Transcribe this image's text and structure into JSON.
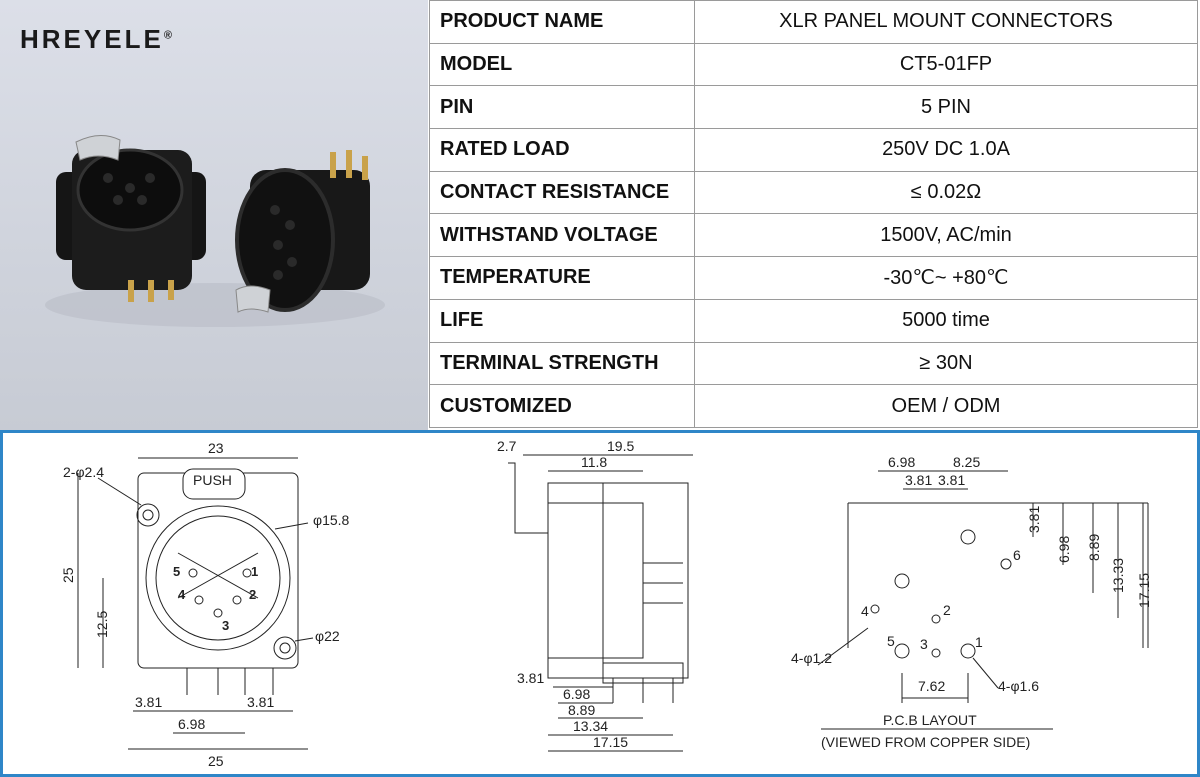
{
  "brand": {
    "name": "HREYELE",
    "mark": "®"
  },
  "spec_rows": [
    {
      "label": "PRODUCT NAME",
      "value": "XLR PANEL MOUNT CONNECTORS"
    },
    {
      "label": "MODEL",
      "value": "CT5-01FP"
    },
    {
      "label": "PIN",
      "value": "5 PIN"
    },
    {
      "label": "RATED LOAD",
      "value": "250V DC 1.0A"
    },
    {
      "label": "CONTACT RESISTANCE",
      "value": "≤ 0.02Ω"
    },
    {
      "label": "WITHSTAND VOLTAGE",
      "value": "1500V, AC/min"
    },
    {
      "label": "TEMPERATURE",
      "value": "-30℃~ +80℃"
    },
    {
      "label": "LIFE",
      "value": "5000 time"
    },
    {
      "label": "TERMINAL STRENGTH",
      "value": "≥ 30N"
    },
    {
      "label": "CUSTOMIZED",
      "value": "OEM / ODM"
    }
  ],
  "front_view": {
    "width_top": "23",
    "hole": "2-φ2.4",
    "push": "PUSH",
    "inner_dia": "φ15.8",
    "height": "25",
    "center_height": "12.5",
    "outer_dia": "φ22",
    "pins": [
      "1",
      "2",
      "3",
      "4",
      "5"
    ],
    "pitch_left": "3.81",
    "pitch_mid": "6.98",
    "pitch_right": "3.81",
    "width_bottom": "25"
  },
  "side_view": {
    "d_top_left": "2.7",
    "d_top": "19.5",
    "d_mid": "11.8",
    "d_b1": "3.81",
    "d_b2": "6.98",
    "d_b3": "8.89",
    "d_b4": "13.34",
    "d_b5": "17.15"
  },
  "pcb_view": {
    "d_top1": "6.98",
    "d_top2": "8.25",
    "d_top3": "3.81",
    "d_top4": "3.81",
    "d_r1": "3.81",
    "d_r2": "6.98",
    "d_r3": "8.89",
    "d_r4": "13.33",
    "d_r5": "17.15",
    "hole_small": "4-φ1.2",
    "hole_large": "4-φ1.6",
    "pitch_bottom": "7.62",
    "pin_labels": [
      "1",
      "2",
      "3",
      "4",
      "5",
      "6"
    ],
    "title": "P.C.B LAYOUT",
    "subtitle": "(VIEWED FROM COPPER SIDE)"
  }
}
